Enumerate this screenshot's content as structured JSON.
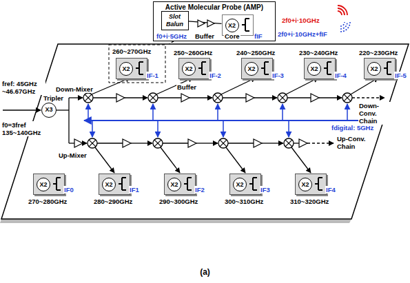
{
  "diagram": {
    "caption": "(a)",
    "nodes": [
      {
        "text": [
          "Active Molecular Probe (AMP)"
        ]
      },
      {
        "text": [
          "Slot Balun"
        ],
        "in": 0
      },
      {
        "text": [
          "X2"
        ],
        "in": 0
      },
      {
        "text": [
          "X2"
        ]
      },
      {
        "text": [
          "X2"
        ]
      },
      {
        "text": [
          "X2"
        ]
      },
      {
        "text": [
          "X2"
        ]
      },
      {
        "text": [
          "X2"
        ]
      },
      {
        "text": [
          "X3"
        ]
      },
      {
        "text": [
          "X2"
        ]
      },
      {
        "text": [
          "X2"
        ]
      },
      {
        "text": [
          "X2"
        ]
      },
      {
        "text": [
          "X2"
        ]
      },
      {
        "text": [
          "X2"
        ]
      }
    ],
    "edges": [
      {
        "from": 1,
        "to": 2,
        "arrow": "none"
      },
      {
        "from": 3,
        "to": 0,
        "arrow": "none"
      },
      {
        "from": 8,
        "to": 9,
        "arrow": "to"
      }
    ],
    "labels": [
      "f0+i·5GHz",
      "Buffer",
      "Core",
      "fIF",
      "2f0+i·10GHz",
      "2f0+i·10GHz+fIF",
      "260~270GHz",
      "250~260GHz",
      "240~250GHz",
      "230~240GHz",
      "220~230GHz",
      "IF-1",
      "IF-2",
      "IF-3",
      "IF-4",
      "IF-5",
      "fref: 45GHz ~46.67GHz",
      "Tripler",
      "f0=3fref 135~140GHz",
      "Down-Mixer",
      "Buffer",
      "Up-Mixer",
      "Down-Conv. Chain",
      "Up-Conv. Chain",
      "fdigital: 5GHz",
      "270~280GHz",
      "280~290GHz",
      "290~300GHz",
      "300~310GHz",
      "310~320GHz",
      "IF0",
      "IF1",
      "IF2",
      "IF3",
      "IF4"
    ]
  }
}
